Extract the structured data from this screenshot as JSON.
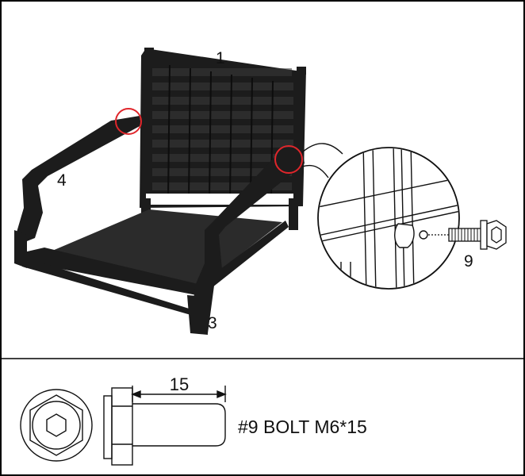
{
  "labels": {
    "backrest": "1",
    "seat_frame": "3",
    "armrest": "4",
    "bolt_callout": "9"
  },
  "bolt_spec": {
    "length": "15",
    "caption": "#9 BOLT M6*15"
  },
  "colors": {
    "frame": "#1c1c1c",
    "mesh": "#2b2b2b",
    "highlight_circle": "#e0262b",
    "line": "#111111"
  },
  "icons": [
    "chair-assembly-illustration",
    "bolt-front-view-icon",
    "bolt-side-view-icon",
    "hex-socket-icon"
  ]
}
